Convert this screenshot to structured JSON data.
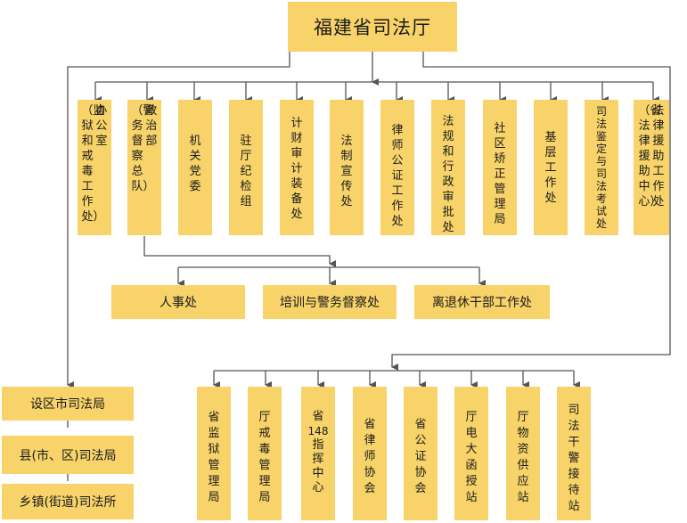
{
  "root": "福建省司法厅",
  "departments": {
    "d1": [
      "（监狱和戒毒工作处）",
      "办公室"
    ],
    "d2": [
      "（警务督察总队）",
      "政治部"
    ],
    "d3": "机关党委",
    "d4": "驻厅纪检组",
    "d5": "计财审计装备处",
    "d6": "法制宣传处",
    "d7": "律师公证工作处",
    "d8": "法规和行政审批处",
    "d9": "社区矫正管理局",
    "d10": "基层工作处",
    "d11": "司法鉴定与司法考试处",
    "d12": [
      "（省法律援助中心）",
      "法律援助工作处"
    ]
  },
  "political_sub": {
    "s1": "人事处",
    "s2": "培训与警务督察处",
    "s3": "离退休干部工作处"
  },
  "local": {
    "l1": "设区市司法局",
    "l2": "县(市、区)司法局",
    "l3": "乡镇(街道)司法所"
  },
  "affiliated": {
    "a1": "省监狱管理局",
    "a2": "厅戒毒管理局",
    "a3": [
      "省",
      "148",
      "指",
      "挥",
      "中",
      "心"
    ],
    "a4": "省律师协会",
    "a5": "省公证协会",
    "a6": "厅电大函授站",
    "a7": "厅物资供应站",
    "a8": "司法干警接待站"
  },
  "colors": {
    "box": "#f7d36a",
    "line": "#555555"
  }
}
